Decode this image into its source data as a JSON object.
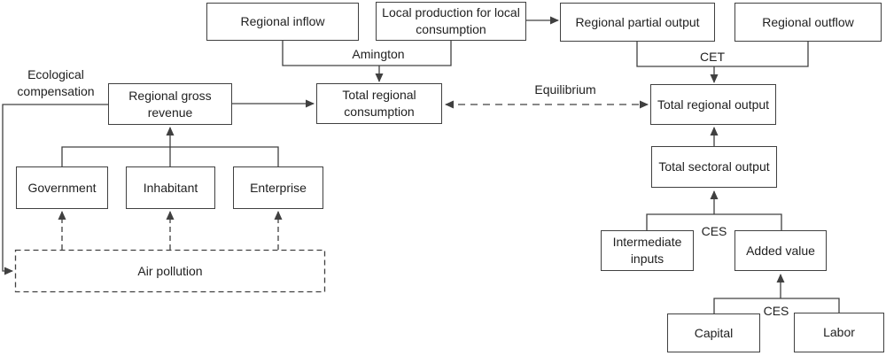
{
  "colors": {
    "background": "#ffffff",
    "line": "#404040",
    "border": "#404040",
    "text": "#1f1f1f"
  },
  "nodes": {
    "regional_inflow": "Regional inflow",
    "local_production": "Local production for local consumption",
    "regional_partial_output": "Regional partial output",
    "regional_outflow": "Regional outflow",
    "regional_gross_revenue": "Regional gross revenue",
    "total_regional_consumption": "Total regional consumption",
    "total_regional_output": "Total regional output",
    "government": "Government",
    "inhabitant": "Inhabitant",
    "enterprise": "Enterprise",
    "air_pollution": "Air pollution",
    "total_sectoral_output": "Total sectoral output",
    "intermediate_inputs": "Intermediate inputs",
    "added_value": "Added value",
    "capital": "Capital",
    "labor": "Labor"
  },
  "edge_labels": {
    "ecological_compensation": "Ecological compensation",
    "amington": "Amington",
    "cet": "CET",
    "equilibrium": "Equilibrium",
    "ces_production": "CES",
    "ces_value_added": "CES"
  }
}
